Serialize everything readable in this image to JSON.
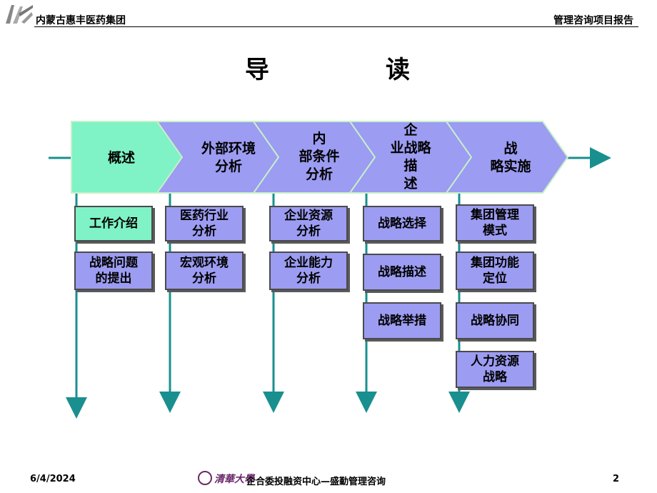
{
  "header": {
    "company": "内蒙古惠丰医药集团",
    "report": "管理咨询项目报告"
  },
  "title": {
    "left": "导",
    "right": "读"
  },
  "stages": [
    {
      "label": "概述",
      "active": true
    },
    {
      "label": "外部环境\n分析",
      "active": false
    },
    {
      "label": "内\n部条件\n分析",
      "active": false
    },
    {
      "label": "企\n业战略\n描\n述",
      "active": false
    },
    {
      "label": "战\n略实施",
      "active": false
    }
  ],
  "columns": [
    {
      "items": [
        "工作介绍",
        "战略问题\n的提出"
      ]
    },
    {
      "items": [
        "医药行业\n分析",
        "宏观环境\n分析"
      ]
    },
    {
      "items": [
        "企业资源\n分析",
        "企业能力\n分析"
      ]
    },
    {
      "items": [
        "战略选择",
        "战略描述",
        "战略举措"
      ]
    },
    {
      "items": [
        "集团管理\n模式",
        "集团功能\n定位",
        "战略协同",
        "人力资源\n战略"
      ]
    }
  ],
  "footer": {
    "date": "6/4/2024",
    "center": "企合委投融资中心—盛勤管理咨询",
    "page": "2"
  },
  "logo_text": "清華大學",
  "colors": {
    "arrow_active": "#7ff2c6",
    "arrow_inactive": "#9c9cf2",
    "timeline": "#1a8f8f",
    "border": "#4a4a4a"
  }
}
